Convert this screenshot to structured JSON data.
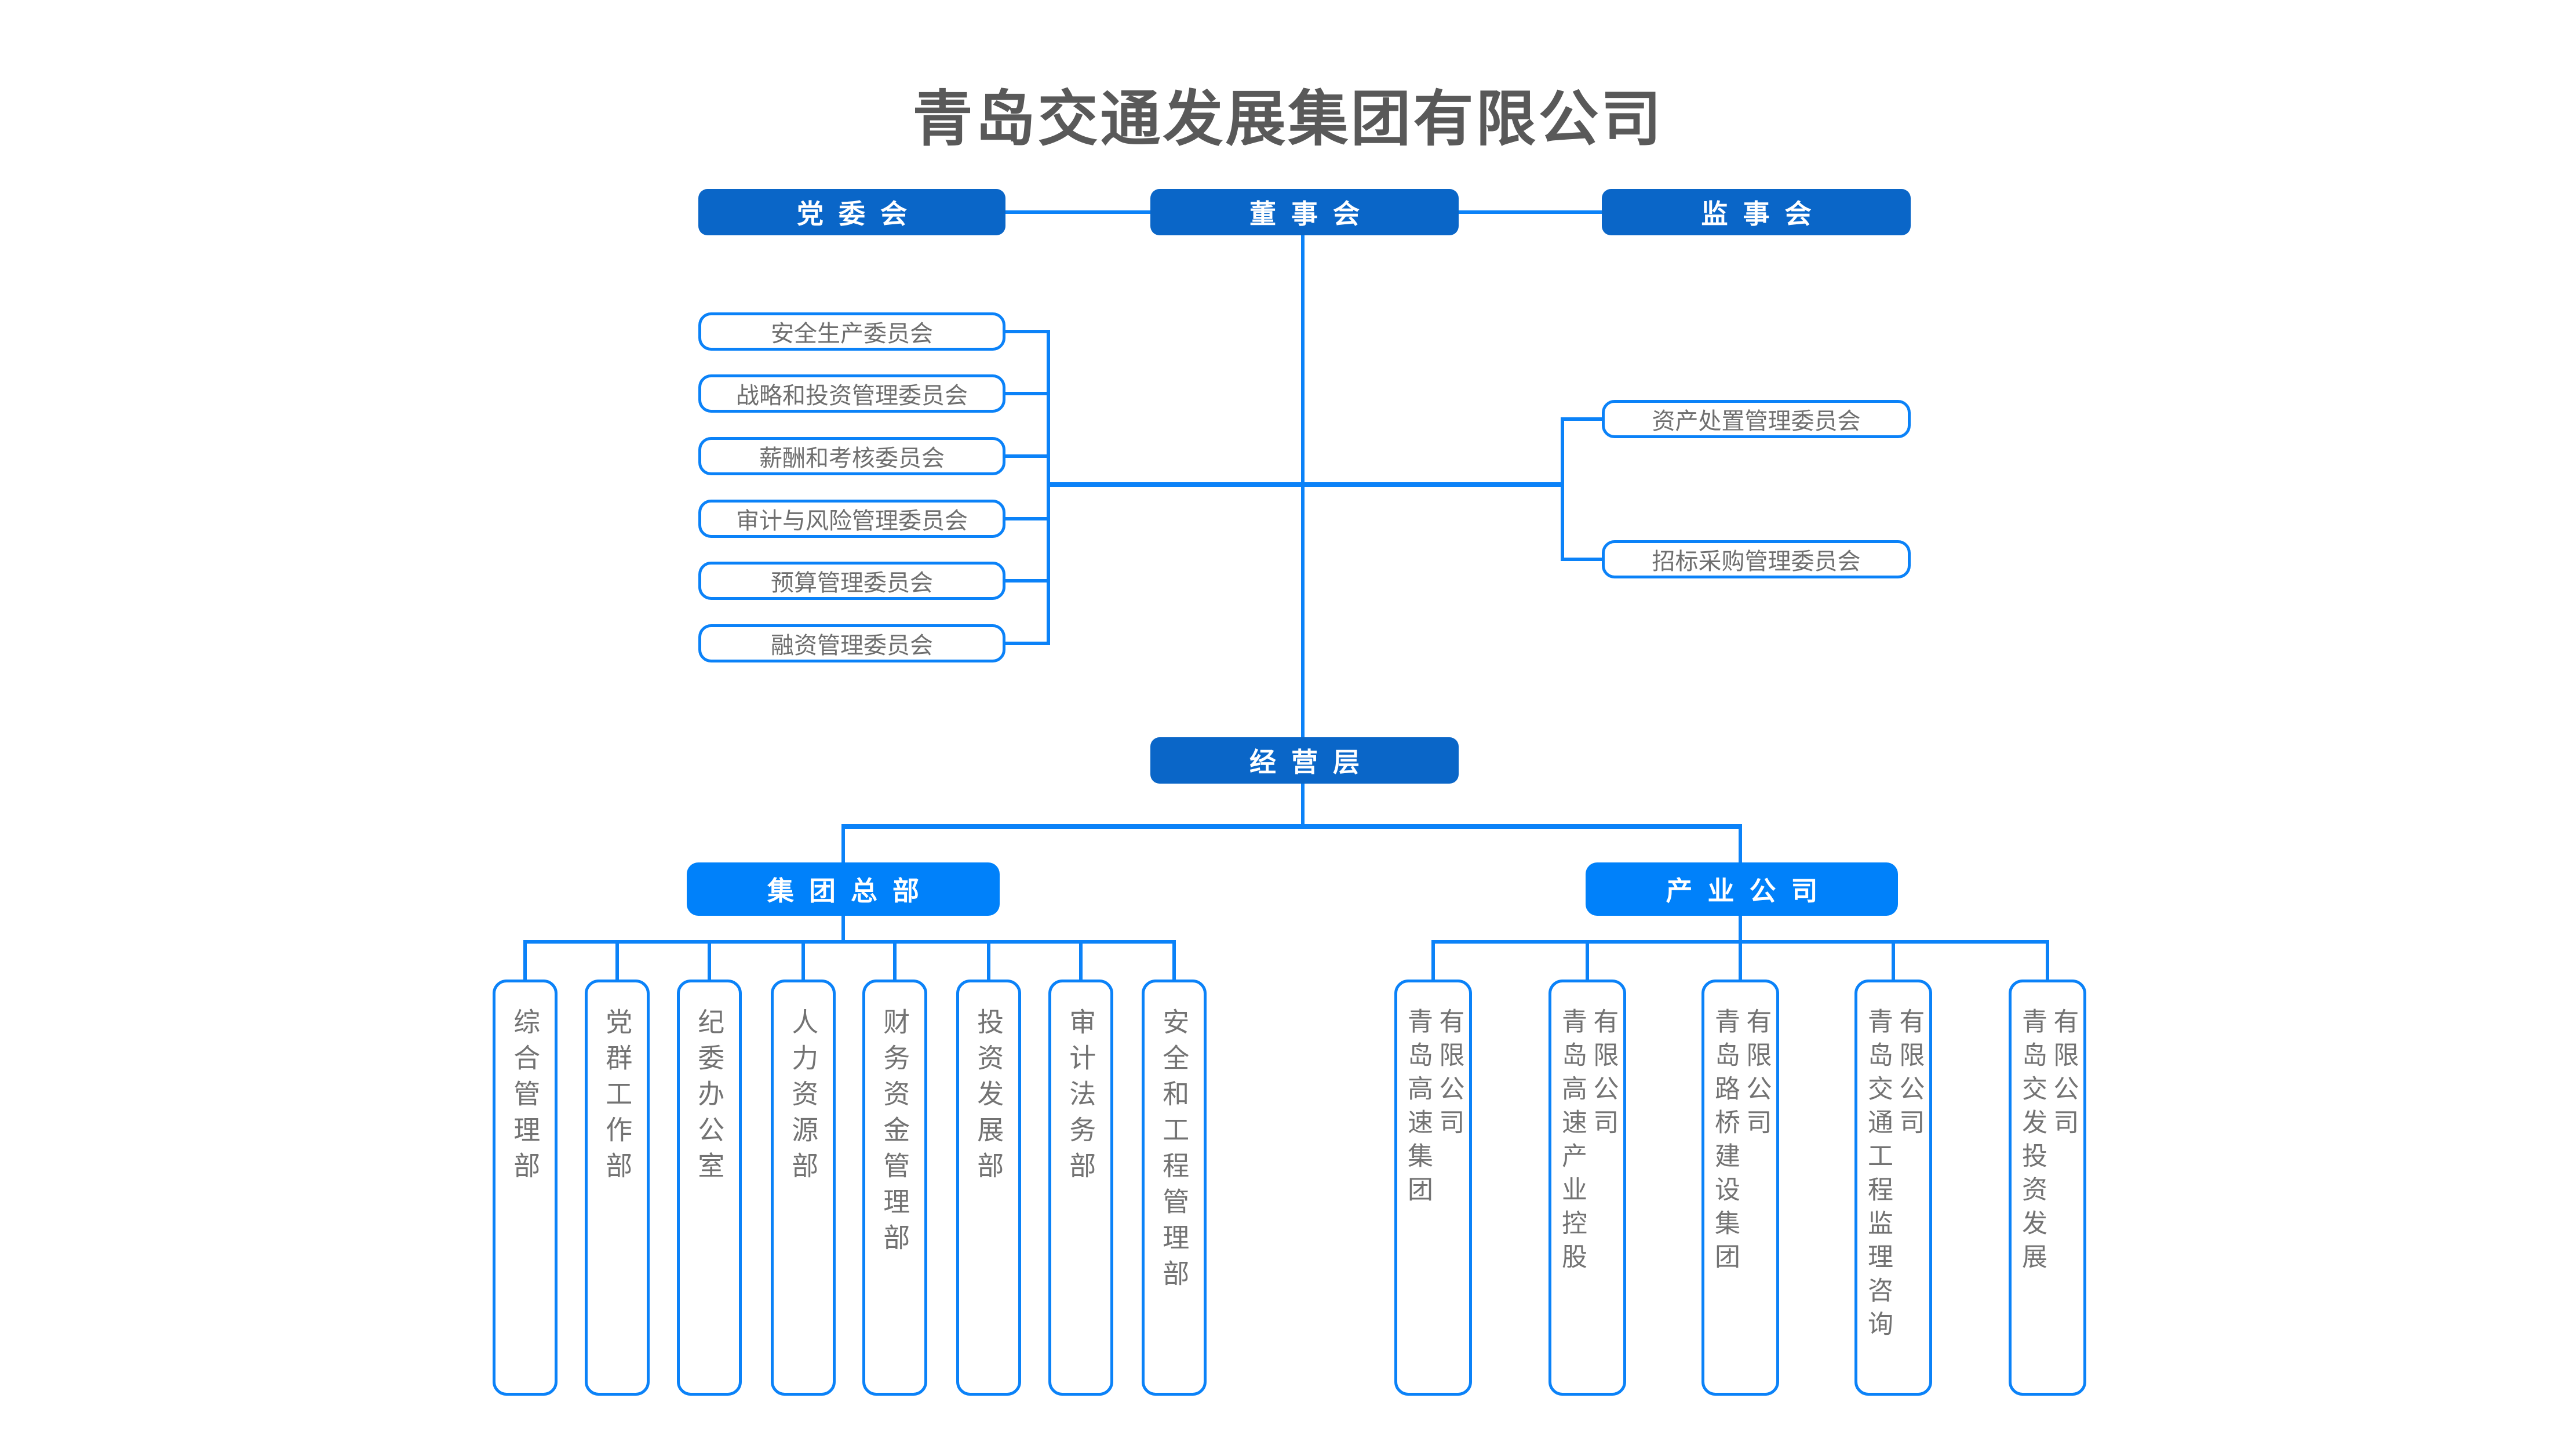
{
  "title": "青岛交通发展集团有限公司",
  "colors": {
    "dark_blue": "#0a66c8",
    "bright_blue": "#0081fa",
    "line_blue": "#0b82f8",
    "text_gray": "#6f6f6f",
    "title_gray": "#595959"
  },
  "top_row": [
    {
      "label": "党委会"
    },
    {
      "label": "董事会"
    },
    {
      "label": "监事会"
    }
  ],
  "board_committees_left": [
    "安全生产委员会",
    "战略和投资管理委员会",
    "薪酬和考核委员会",
    "审计与风险管理委员会",
    "预算管理委员会",
    "融资管理委员会"
  ],
  "board_committees_right": [
    "资产处置管理委员会",
    "招标采购管理委员会"
  ],
  "management": {
    "label": "经营层"
  },
  "branches": {
    "hq": {
      "label": "集团总部"
    },
    "industry": {
      "label": "产业公司"
    }
  },
  "hq_departments": [
    "综合管理部",
    "党群工作部",
    "纪委办公室",
    "人力资源部",
    "财务资金管理部",
    "投资发展部",
    "审计法务部",
    "安全和工程管理部"
  ],
  "industry_companies": [
    {
      "name": "青岛高速集团",
      "suffix": "有限公司"
    },
    {
      "name": "青岛高速产业控股",
      "suffix": "有限公司"
    },
    {
      "name": "青岛路桥建设集团",
      "suffix": "有限公司"
    },
    {
      "name": "青岛交通工程监理咨询",
      "suffix": "有限公司"
    },
    {
      "name": "青岛交发投资发展",
      "suffix": "有限公司"
    }
  ]
}
